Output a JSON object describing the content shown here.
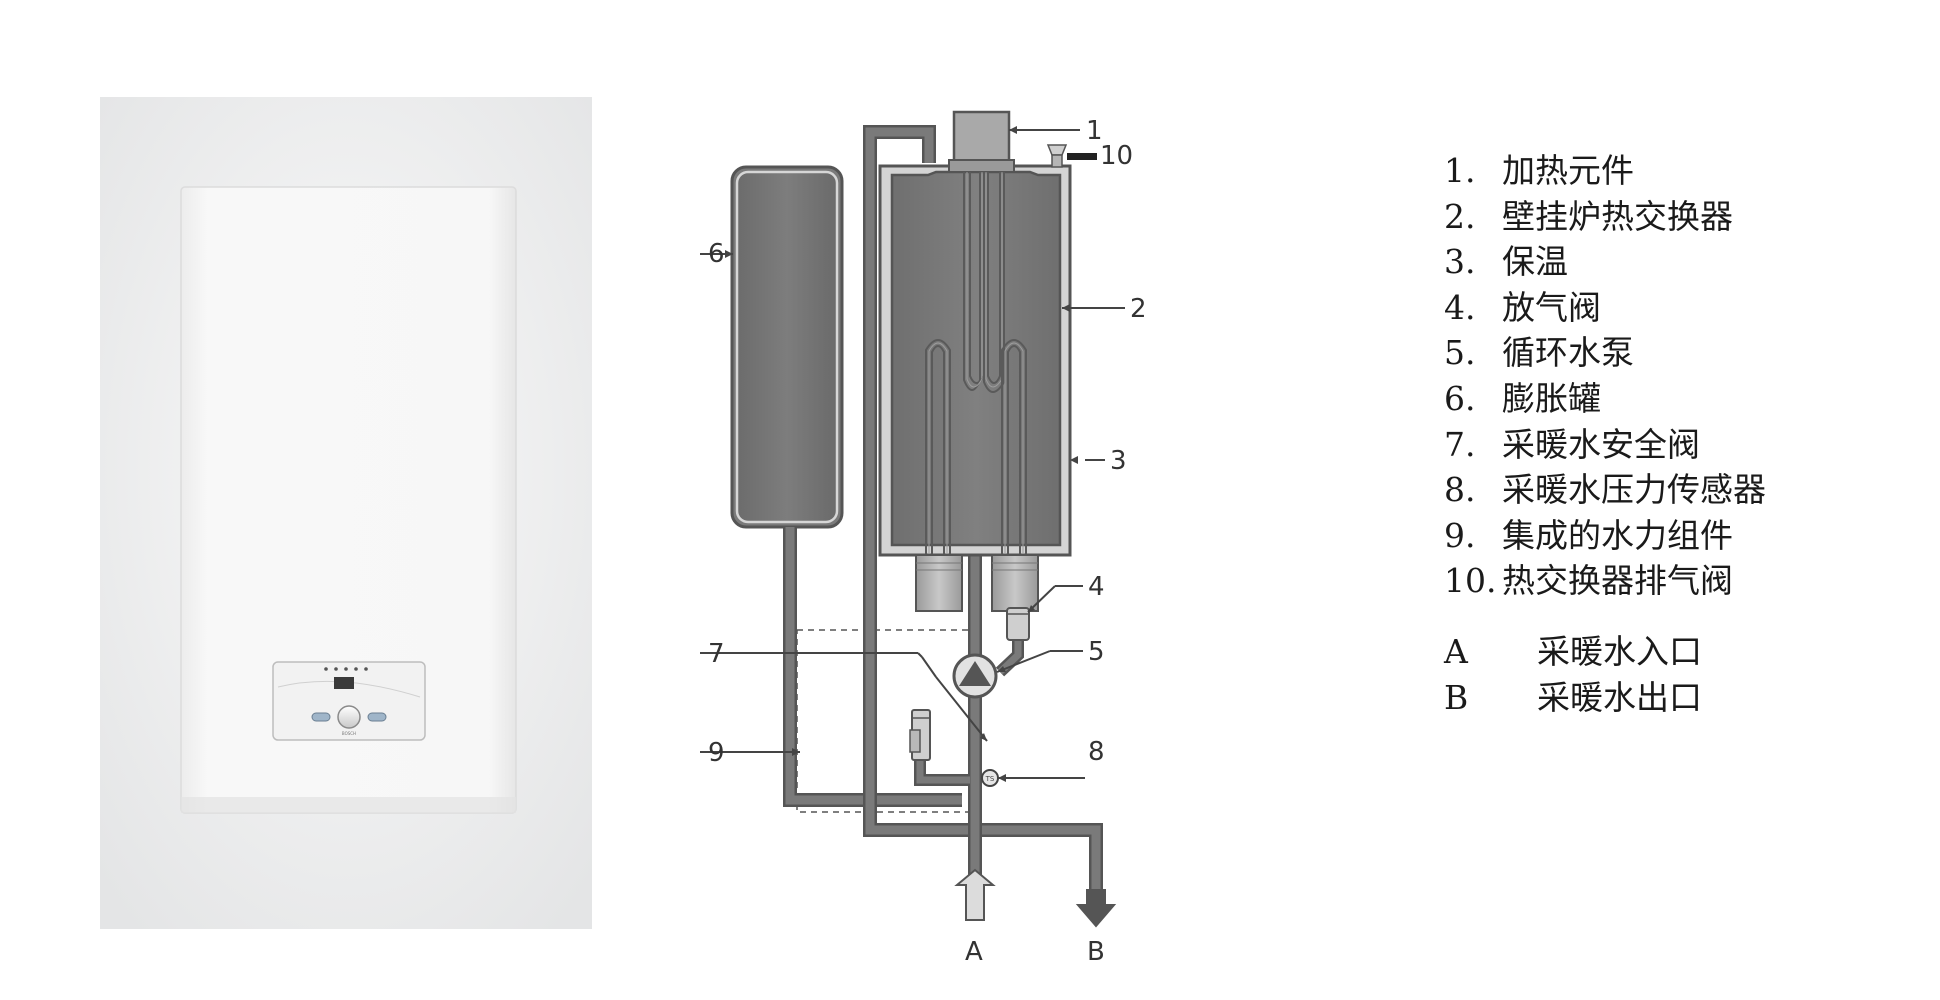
{
  "photo": {
    "brand_mark": "BOSCH"
  },
  "schematic": {
    "callouts": [
      "1",
      "2",
      "3",
      "4",
      "5",
      "6",
      "7",
      "8",
      "9",
      "10"
    ],
    "ports": [
      "A",
      "B"
    ]
  },
  "legend": {
    "items": [
      {
        "num": "1.",
        "text": "加热元件"
      },
      {
        "num": "2.",
        "text": "壁挂炉热交换器"
      },
      {
        "num": "3.",
        "text": "保温"
      },
      {
        "num": "4.",
        "text": "放气阀"
      },
      {
        "num": "5.",
        "text": "循环水泵"
      },
      {
        "num": "6.",
        "text": "膨胀罐"
      },
      {
        "num": "7.",
        "text": "采暖水安全阀"
      },
      {
        "num": "8.",
        "text": "采暖水压力传感器"
      },
      {
        "num": "9.",
        "text": "集成的水力组件"
      },
      {
        "num": "10.",
        "text": "热交换器排气阀"
      }
    ],
    "ports": [
      {
        "letter": "A",
        "text": "采暖水入口"
      },
      {
        "letter": "B",
        "text": "采暖水出口"
      }
    ]
  },
  "colors": {
    "pipe": "#6f6f6f",
    "tank": "#767676",
    "insulation": "#d4d4d4",
    "boiler_body": "#f7f7f7"
  }
}
